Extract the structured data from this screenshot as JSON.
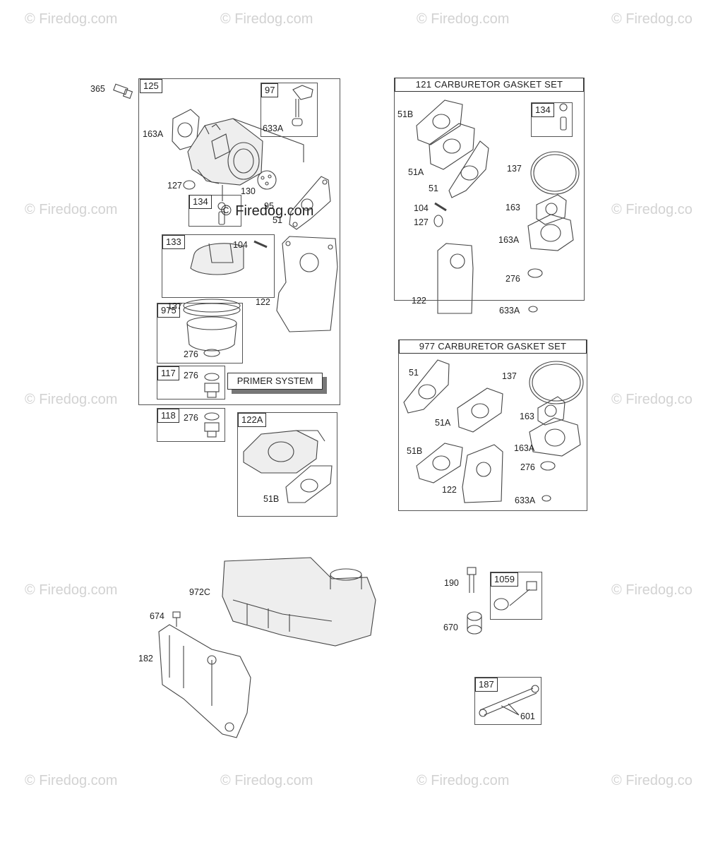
{
  "watermarks": [
    "© Firedog.com",
    "© Firedog.com",
    "© Firedog.com",
    "© Firedog.co",
    "© Firedog.com",
    "© Firedog.co",
    "© Firedog.com",
    "© Firedog.co",
    "© Firedog.com",
    "© Firedog.co",
    "© Firedog.com",
    "© Firedog.com",
    "© Firedog.com",
    "© Firedog.co"
  ],
  "center_watermark": "© Firedog.com",
  "carb": {
    "main_tag": "125",
    "screw": "365",
    "tag97": "97",
    "p633A": "633A",
    "p163A": "163A",
    "p127": "127",
    "p130": "130",
    "p95": "95",
    "p51": "51",
    "tag134": "134",
    "tag133": "133",
    "p104": "104",
    "tag975": "975",
    "p137": "137",
    "p276": "276",
    "p122": "122",
    "tag117": "117",
    "p276b": "276",
    "primer": "PRIMER SYSTEM",
    "tag118": "118",
    "p276c": "276",
    "tag122A": "122A",
    "p51B": "51B"
  },
  "kit121": {
    "title": "121 CARBURETOR GASKET SET",
    "p51B": "51B",
    "tag134": "134",
    "p51A": "51A",
    "p137": "137",
    "p51": "51",
    "p104": "104",
    "p163": "163",
    "p127": "127",
    "p163A": "163A",
    "p276": "276",
    "p122": "122",
    "p633A": "633A"
  },
  "kit977": {
    "title": "977 CARBURETOR GASKET SET",
    "p51": "51",
    "p137": "137",
    "p51A": "51A",
    "p163": "163",
    "p51B": "51B",
    "p163A": "163A",
    "p276": "276",
    "p122": "122",
    "p633A": "633A"
  },
  "tank": {
    "p972C": "972C",
    "p674": "674",
    "p182": "182"
  },
  "misc": {
    "p190": "190",
    "tag1059": "1059",
    "p670": "670",
    "tag187": "187",
    "p601": "601"
  }
}
